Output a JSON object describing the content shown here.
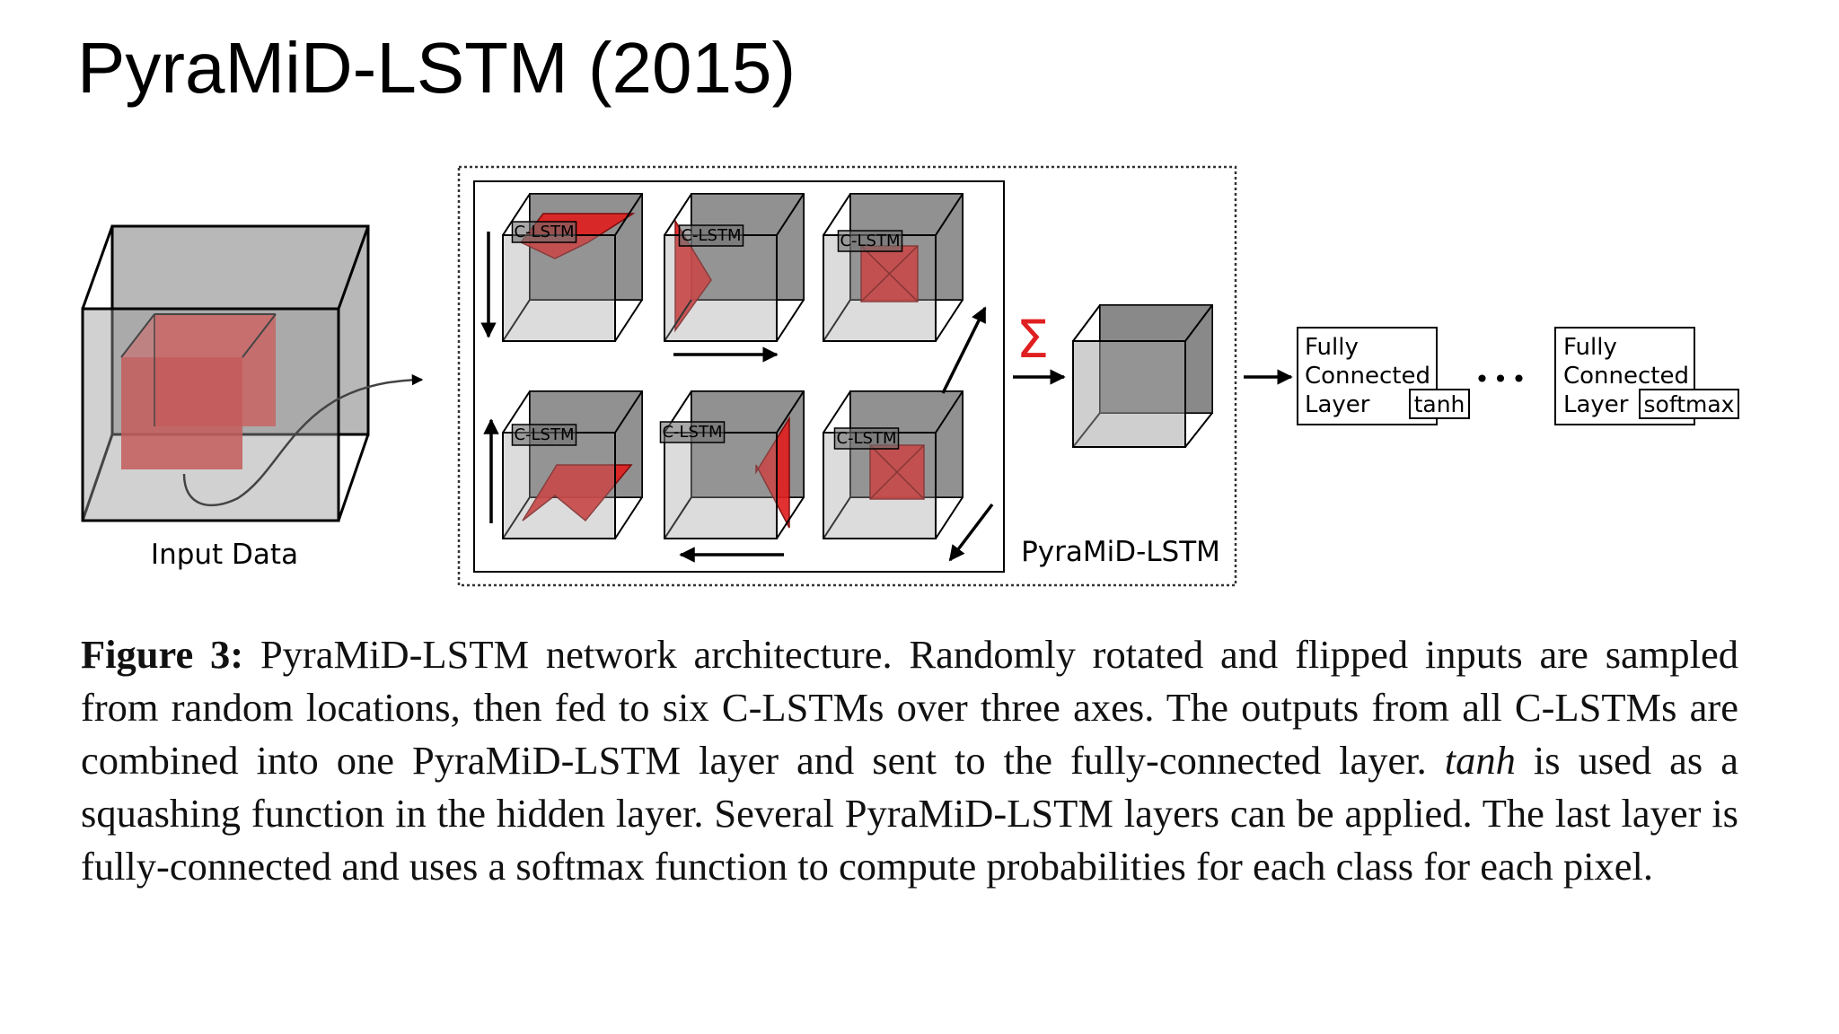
{
  "slide": {
    "title": "PyraMiD-LSTM (2015)"
  },
  "figure": {
    "input_label": "Input Data",
    "clstm_label": "C-LSTM",
    "clstm_count": 6,
    "pyramid_label": "PyraMiD-LSTM",
    "sigma_symbol": "Σ",
    "ellipsis": "•••",
    "fc1": {
      "line1": "Fully",
      "line2": "Connected",
      "line3": "Layer",
      "activation": "tanh"
    },
    "fc2": {
      "line1": "Fully",
      "line2": "Connected",
      "line3": "Layer",
      "activation": "softmax"
    },
    "colors": {
      "red": "#e02020",
      "gray": "#a9a9a9",
      "dark_gray": "#6e6e6e"
    }
  },
  "caption": {
    "label": "Figure 3:",
    "text1": " PyraMiD-LSTM network architecture. Randomly rotated and flipped inputs are sampled from random locations, then fed to six C-LSTMs over three axes.  The outputs from all C-LSTMs are combined into one PyraMiD-LSTM layer and sent to the fully-connected layer. ",
    "math": "tanh",
    "text2": " is used as a squashing function in the hidden layer. Several PyraMiD-LSTM layers can be applied. The last layer is fully-connected and uses a softmax function to compute probabilities for each class for each pixel."
  }
}
